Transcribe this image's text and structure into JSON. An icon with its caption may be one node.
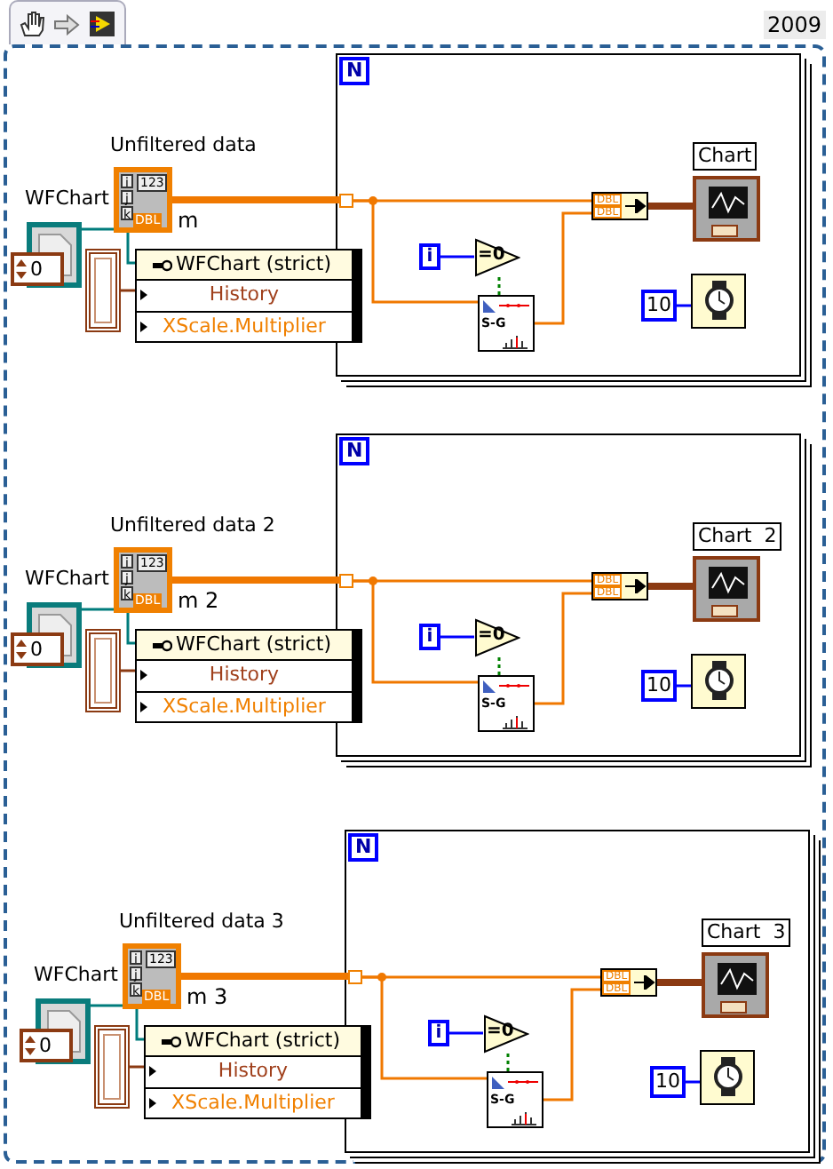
{
  "diagram": {
    "nodes": [
      {
        "text": [],
        "shape": "box"
      },
      {
        "text": [
          "N"
        ],
        "in": 0
      },
      {
        "text": [
          "Unfiltered data",
          "i",
          "j",
          "k",
          "123",
          "DBL"
        ],
        "in": 0
      },
      {
        "text": [
          "WFChart"
        ],
        "in": 0
      },
      {
        "text": [
          "0"
        ],
        "in": 0
      },
      {
        "text": [],
        "shape": "box",
        "in": 0
      },
      {
        "text": [
          "WFChart (strict)",
          "History",
          "XScale.Multiplier"
        ],
        "in": 0
      },
      {
        "text": [],
        "shape": "box",
        "in": 1
      },
      {
        "text": [
          "i"
        ],
        "in": 1
      },
      {
        "text": [
          "=0"
        ],
        "in": 1
      },
      {
        "text": [
          "S-G"
        ],
        "in": 1
      },
      {
        "text": [
          "DBL",
          "DBL"
        ],
        "in": 1
      },
      {
        "text": [
          "Chart"
        ],
        "in": 1
      },
      {
        "text": [
          "10"
        ],
        "in": 1
      },
      {
        "text": [],
        "shape": "box",
        "in": 1
      },
      {
        "text": [
          "N"
        ],
        "in": 0
      },
      {
        "text": [
          "Unfiltered data 2",
          "i",
          "j",
          "k",
          "123",
          "DBL"
        ],
        "in": 0
      },
      {
        "text": [
          "WFChart"
        ],
        "in": 0
      },
      {
        "text": [
          "0"
        ],
        "in": 0
      },
      {
        "text": [],
        "shape": "box",
        "in": 0
      },
      {
        "text": [
          "WFChart (strict)",
          "History",
          "XScale.Multiplier"
        ],
        "in": 0
      },
      {
        "text": [],
        "shape": "box",
        "in": 15
      },
      {
        "text": [
          "i"
        ],
        "in": 15
      },
      {
        "text": [
          "=0"
        ],
        "in": 15
      },
      {
        "text": [
          "S-G"
        ],
        "in": 15
      },
      {
        "text": [
          "DBL",
          "DBL"
        ],
        "in": 15
      },
      {
        "text": [
          "Chart  2"
        ],
        "in": 15
      },
      {
        "text": [
          "10"
        ],
        "in": 15
      },
      {
        "text": [],
        "shape": "box",
        "in": 15
      },
      {
        "text": [
          "N"
        ],
        "in": 0
      },
      {
        "text": [
          "Unfiltered data 3",
          "i",
          "j",
          "k",
          "123",
          "DBL"
        ],
        "in": 0
      },
      {
        "text": [
          "WFChart"
        ],
        "in": 0
      },
      {
        "text": [
          "0"
        ],
        "in": 0
      },
      {
        "text": [],
        "shape": "box",
        "in": 0
      },
      {
        "text": [
          "WFChart (strict)",
          "History",
          "XScale.Multiplier"
        ],
        "in": 0
      },
      {
        "text": [],
        "shape": "box",
        "in": 29
      },
      {
        "text": [
          "i"
        ],
        "in": 29
      },
      {
        "text": [
          "=0"
        ],
        "in": 29
      },
      {
        "text": [
          "S-G"
        ],
        "in": 29
      },
      {
        "text": [
          "DBL",
          "DBL"
        ],
        "in": 29
      },
      {
        "text": [
          "Chart  3"
        ],
        "in": 29
      },
      {
        "text": [
          "10"
        ],
        "in": 29
      },
      {
        "text": [],
        "shape": "box",
        "in": 29
      }
    ],
    "edges": [
      {
        "from": 2,
        "to": 7,
        "arrow": "none",
        "style": "thick"
      },
      {
        "from": 7,
        "to": 11,
        "arrow": "none"
      },
      {
        "from": 7,
        "to": 10,
        "arrow": "none"
      },
      {
        "from": 10,
        "to": 11,
        "arrow": "none"
      },
      {
        "from": 11,
        "to": 12,
        "arrow": "none",
        "style": "thick",
        "color": "#8b3a12"
      },
      {
        "from": 8,
        "to": 9,
        "arrow": "none",
        "color": "#0000ff"
      },
      {
        "from": 9,
        "to": 10,
        "arrow": "none",
        "style": "dashed",
        "color": "#008000"
      },
      {
        "from": 13,
        "to": 14,
        "arrow": "none",
        "color": "#0000ff"
      },
      {
        "from": 3,
        "to": 6,
        "arrow": "none",
        "color": "#007c7c"
      },
      {
        "from": 5,
        "to": 6,
        "arrow": "none",
        "color": "#8b3a12"
      },
      {
        "from": 16,
        "to": 21,
        "arrow": "none",
        "style": "thick"
      },
      {
        "from": 21,
        "to": 25,
        "arrow": "none"
      },
      {
        "from": 21,
        "to": 24,
        "arrow": "none"
      },
      {
        "from": 24,
        "to": 25,
        "arrow": "none"
      },
      {
        "from": 25,
        "to": 26,
        "arrow": "none",
        "style": "thick",
        "color": "#8b3a12"
      },
      {
        "from": 22,
        "to": 23,
        "arrow": "none",
        "color": "#0000ff"
      },
      {
        "from": 23,
        "to": 24,
        "arrow": "none",
        "style": "dashed",
        "color": "#008000"
      },
      {
        "from": 27,
        "to": 28,
        "arrow": "none",
        "color": "#0000ff"
      },
      {
        "from": 17,
        "to": 20,
        "arrow": "none",
        "color": "#007c7c"
      },
      {
        "from": 19,
        "to": 20,
        "arrow": "none",
        "color": "#8b3a12"
      },
      {
        "from": 30,
        "to": 35,
        "arrow": "none",
        "style": "thick"
      },
      {
        "from": 35,
        "to": 39,
        "arrow": "none"
      },
      {
        "from": 35,
        "to": 38,
        "arrow": "none"
      },
      {
        "from": 38,
        "to": 39,
        "arrow": "none"
      },
      {
        "from": 39,
        "to": 40,
        "arrow": "none",
        "style": "thick",
        "color": "#8b3a12"
      },
      {
        "from": 36,
        "to": 37,
        "arrow": "none",
        "color": "#0000ff"
      },
      {
        "from": 37,
        "to": 38,
        "arrow": "none",
        "style": "dashed",
        "color": "#008000"
      },
      {
        "from": 41,
        "to": 42,
        "arrow": "none",
        "color": "#0000ff"
      },
      {
        "from": 31,
        "to": 34,
        "arrow": "none",
        "color": "#007c7c"
      },
      {
        "from": 33,
        "to": 34,
        "arrow": "none",
        "color": "#8b3a12"
      }
    ],
    "labels": [
      "2009",
      "m",
      "m 2",
      "m 3"
    ]
  }
}
